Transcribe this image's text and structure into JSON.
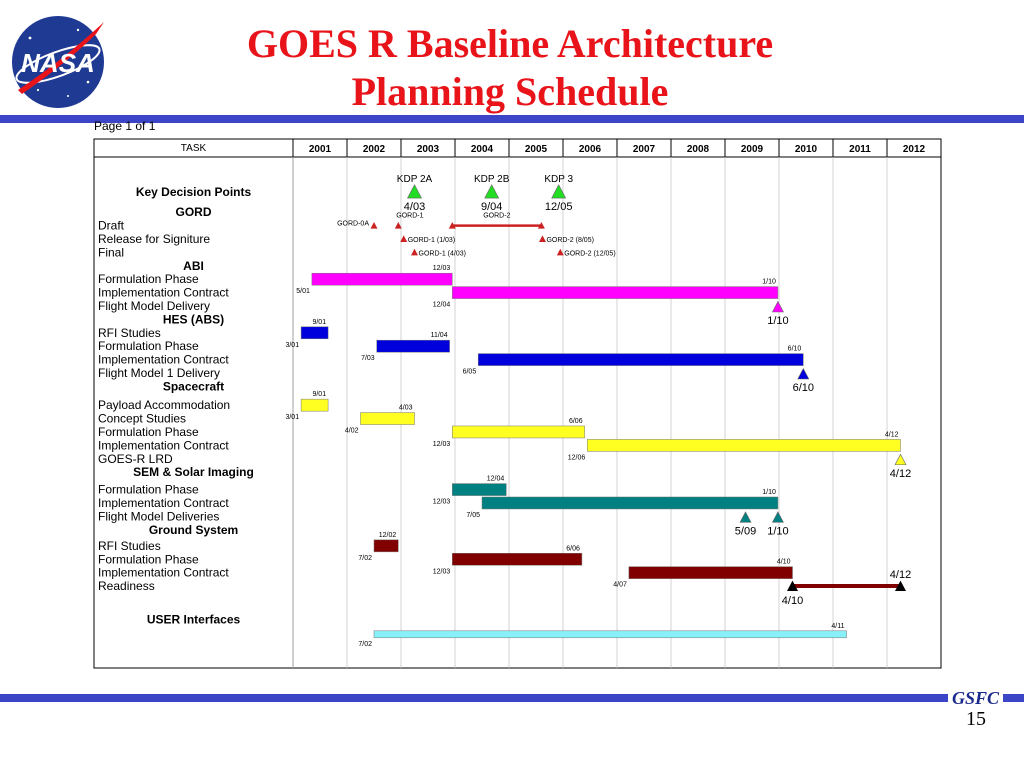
{
  "header": {
    "title_line1": "GOES R Baseline Architecture",
    "title_line2": "Planning Schedule",
    "logo_text": "NASA",
    "page_indicator": "Page 1 of 1"
  },
  "footer": {
    "center": "GSFC",
    "page_number": "15"
  },
  "colors": {
    "title": "#e8141a",
    "band": "#3c44c8",
    "kdp": "#22dd22",
    "gord": "#cc2222",
    "abi": "#ff00ff",
    "hes": "#0000dd",
    "spacecraft": "#ffff22",
    "sem": "#008080",
    "ground": "#800000",
    "user": "#88f0f8",
    "readiness": "#000000"
  },
  "chart_data": {
    "type": "gantt",
    "task_header": "TASK",
    "years": [
      "2001",
      "2002",
      "2003",
      "2004",
      "2005",
      "2006",
      "2007",
      "2008",
      "2009",
      "2010",
      "2011",
      "2012"
    ],
    "rows": [
      {
        "label": "Key Decision Points",
        "bold": true,
        "pos": 1.5
      },
      {
        "label": "GORD",
        "bold": true,
        "pos": 3
      },
      {
        "label": "Draft",
        "pos": 4
      },
      {
        "label": "Release for Signiture",
        "pos": 5
      },
      {
        "label": "Final",
        "pos": 6
      },
      {
        "label": "ABI",
        "bold": true,
        "pos": 7
      },
      {
        "label": "Formulation Phase",
        "pos": 8
      },
      {
        "label": "Implementation Contract",
        "pos": 9
      },
      {
        "label": "Flight Model Delivery",
        "pos": 10
      },
      {
        "label": "HES (ABS)",
        "bold": true,
        "pos": 11
      },
      {
        "label": "RFI Studies",
        "pos": 12
      },
      {
        "label": "Formulation Phase",
        "pos": 13
      },
      {
        "label": "Implementation Contract",
        "pos": 14
      },
      {
        "label": "Flight Model 1 Delivery",
        "pos": 15
      },
      {
        "label": "Spacecraft",
        "bold": true,
        "pos": 16
      },
      {
        "label": "Payload Accommodation",
        "pos": 17.4
      },
      {
        "label": "Concept Studies",
        "pos": 18.4
      },
      {
        "label": "Formulation Phase",
        "pos": 19.4
      },
      {
        "label": "Implementation Contract",
        "pos": 20.4
      },
      {
        "label": "GOES-R LRD",
        "pos": 21.4
      },
      {
        "label": "SEM & Solar Imaging",
        "bold": true,
        "pos": 22.4
      },
      {
        "label": "Formulation Phase",
        "pos": 23.7
      },
      {
        "label": "Implementation Contract",
        "pos": 24.7
      },
      {
        "label": "Flight Model Deliveries",
        "pos": 25.7
      },
      {
        "label": "Ground System",
        "bold": true,
        "pos": 26.7
      },
      {
        "label": "RFI Studies",
        "pos": 27.9
      },
      {
        "label": "Formulation Phase",
        "pos": 28.9
      },
      {
        "label": "Implementation Contract",
        "pos": 29.9
      },
      {
        "label": "Readiness",
        "pos": 30.9
      },
      {
        "label": "USER Interfaces",
        "bold": true,
        "pos": 33.4
      }
    ],
    "bars": [
      {
        "group": "abi",
        "start": 2001.35,
        "end": 2003.95,
        "pos": 8,
        "start_label": "5/01",
        "end_label": "12/03"
      },
      {
        "group": "abi",
        "start": 2003.95,
        "end": 2009.98,
        "pos": 9,
        "start_label": "12/04",
        "end_label": "1/10"
      },
      {
        "group": "hes",
        "start": 2001.15,
        "end": 2001.65,
        "pos": 12,
        "start_label": "3/01",
        "end_label": "9/01"
      },
      {
        "group": "hes",
        "start": 2002.55,
        "end": 2003.9,
        "pos": 13,
        "start_label": "7/03",
        "end_label": "11/04"
      },
      {
        "group": "hes",
        "start": 2004.43,
        "end": 2010.45,
        "pos": 14,
        "start_label": "6/05",
        "end_label": "6/10"
      },
      {
        "group": "spacecraft",
        "start": 2001.15,
        "end": 2001.65,
        "pos": 17.4,
        "start_label": "3/01",
        "end_label": "9/01"
      },
      {
        "group": "spacecraft",
        "start": 2002.25,
        "end": 2003.25,
        "pos": 18.4,
        "start_label": "4/02",
        "end_label": "4/03"
      },
      {
        "group": "spacecraft",
        "start": 2003.95,
        "end": 2006.4,
        "pos": 19.4,
        "start_label": "12/03",
        "end_label": "6/06"
      },
      {
        "group": "spacecraft",
        "start": 2006.45,
        "end": 2012.25,
        "pos": 20.4,
        "start_label": "12/06",
        "end_label": "4/12"
      },
      {
        "group": "sem",
        "start": 2003.95,
        "end": 2004.95,
        "pos": 23.7,
        "start_label": "12/03",
        "end_label": "12/04"
      },
      {
        "group": "sem",
        "start": 2004.5,
        "end": 2009.98,
        "pos": 24.7,
        "start_label": "7/05",
        "end_label": "1/10"
      },
      {
        "group": "ground",
        "start": 2002.5,
        "end": 2002.95,
        "pos": 27.9,
        "start_label": "7/02",
        "end_label": "12/02"
      },
      {
        "group": "ground",
        "start": 2003.95,
        "end": 2006.35,
        "pos": 28.9,
        "start_label": "12/03",
        "end_label": "6/06"
      },
      {
        "group": "ground",
        "start": 2007.22,
        "end": 2010.25,
        "pos": 29.9,
        "start_label": "4/07",
        "end_label": "4/10"
      },
      {
        "group": "user",
        "start": 2002.5,
        "end": 2011.25,
        "pos": 34.5,
        "start_label": "7/02",
        "end_label": "4/11"
      }
    ],
    "milestones": [
      {
        "group": "kdp",
        "at": 2003.25,
        "pos": 1.5,
        "label": "4/03",
        "top_label": "KDP 2A"
      },
      {
        "group": "kdp",
        "at": 2004.68,
        "pos": 1.5,
        "label": "9/04",
        "top_label": "KDP 2B"
      },
      {
        "group": "kdp",
        "at": 2005.92,
        "pos": 1.5,
        "label": "12/05",
        "top_label": "KDP 3"
      },
      {
        "group": "abi",
        "at": 2009.98,
        "pos": 10,
        "label": "1/10"
      },
      {
        "group": "hes",
        "at": 2010.45,
        "pos": 15,
        "label": "6/10"
      },
      {
        "group": "spacecraft",
        "at": 2012.25,
        "pos": 21.4,
        "label": "4/12"
      },
      {
        "group": "sem",
        "at": 2009.38,
        "pos": 25.7,
        "label": "5/09"
      },
      {
        "group": "sem",
        "at": 2009.98,
        "pos": 25.7,
        "label": "1/10"
      }
    ],
    "gord": {
      "draft_label": "GORD-0A",
      "draft_at": [
        2002.5,
        2002.95
      ],
      "gord1_bar_label": "GORD-1",
      "gord2_span": [
        2003.95,
        2005.6
      ],
      "gord2_bar_label": "GORD-2",
      "gord1_release": {
        "at": 2003.05,
        "label": "GORD-1 (1/03)"
      },
      "gord2_release": {
        "at": 2005.62,
        "label": "GORD-2 (8/05)"
      },
      "gord1_final": {
        "at": 2003.25,
        "label": "GORD-1 (4/03)"
      },
      "gord2_final": {
        "at": 2005.95,
        "label": "GORD-2 (12/05)"
      }
    },
    "readiness": {
      "start": 2010.25,
      "end": 2012.25,
      "pos": 30.9,
      "start_label": "4/10",
      "end_label": "4/12"
    }
  }
}
